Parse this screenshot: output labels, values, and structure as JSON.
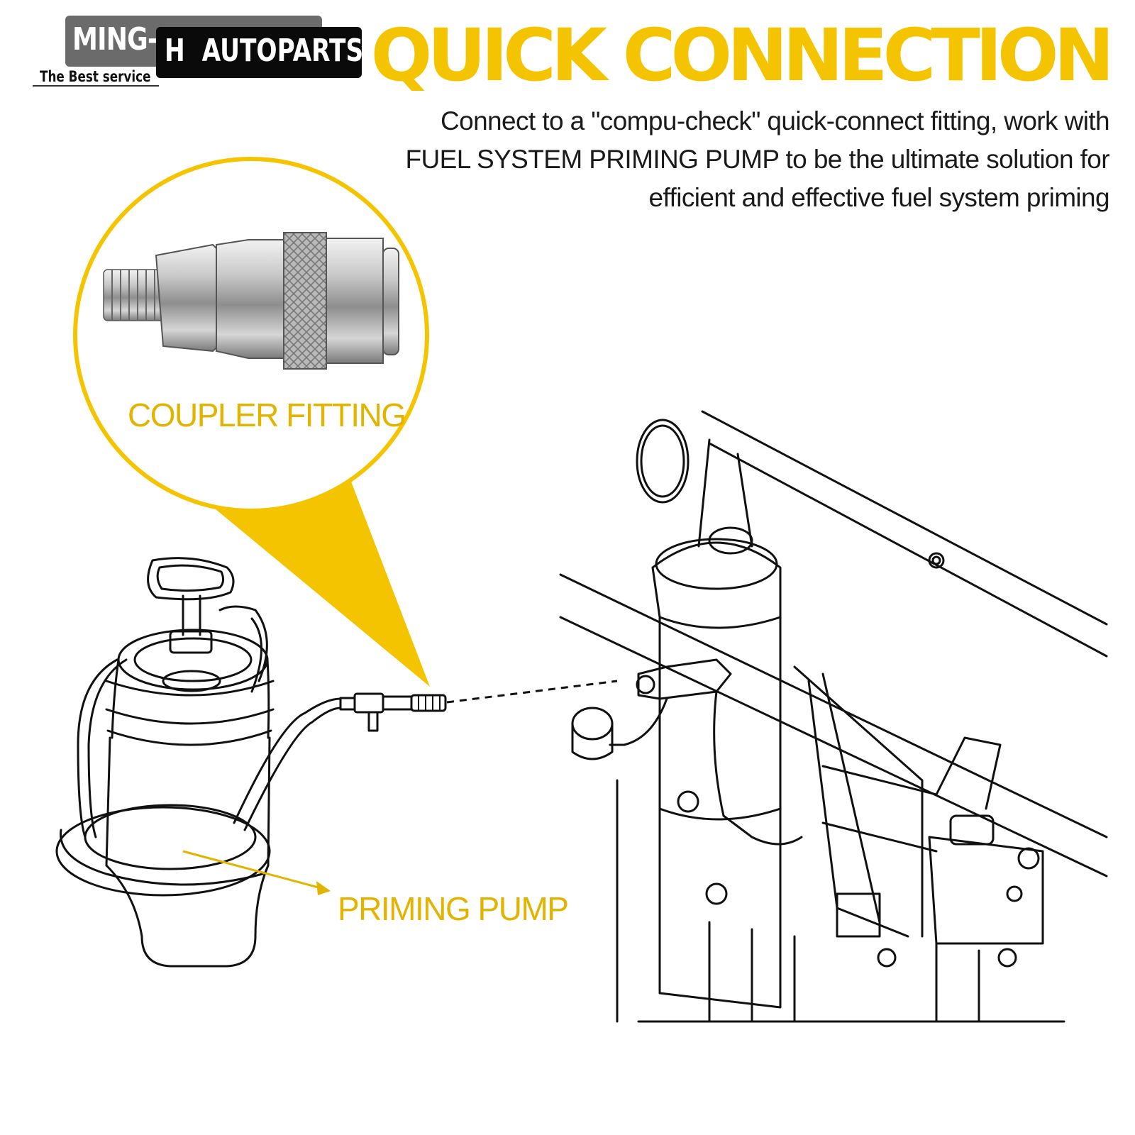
{
  "brand": {
    "name_part1": "MING-",
    "name_part2": "H  AUTOPARTS",
    "tagline": "The Best service"
  },
  "headline": "QUICK CONNECTION",
  "description": {
    "line1": "Connect to a \"compu-check\" quick-connect fitting, work with",
    "line2": "FUEL SYSTEM PRIMING PUMP to be the ultimate solution for",
    "line3": "efficient and effective fuel system priming"
  },
  "callouts": {
    "coupler_label": "COUPLER FITTING",
    "pump_label": "PRIMING PUMP"
  },
  "colors": {
    "accent": "#f5c400",
    "label_accent": "#e2b400",
    "text": "#1a1a1a",
    "logo_dark": "#0a0a0a",
    "logo_grey": "#6b6b6b"
  }
}
